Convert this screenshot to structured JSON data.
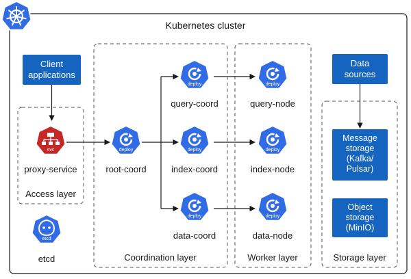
{
  "cluster": {
    "title": "Kubernetes cluster"
  },
  "colors": {
    "k8s_blue": "#326ce5",
    "box_blue": "#1565c0",
    "svc_red": "#c62828",
    "line": "#1a1a1a",
    "dash": "#555555"
  },
  "groups": {
    "access": "Access layer",
    "coordination": "Coordination layer",
    "worker": "Worker layer",
    "storage": "Storage layer"
  },
  "boxes": {
    "client": [
      "Client",
      "applications"
    ],
    "data_sources": [
      "Data",
      "sources"
    ],
    "message_storage": [
      "Message",
      "storage",
      "(Kafka/",
      "Pulsar)"
    ],
    "object_storage": [
      "Object",
      "storage",
      "(MinIO)"
    ]
  },
  "icon_texts": {
    "deploy": "deploy",
    "svc": "svc",
    "etcd": "etcd"
  },
  "nodes": {
    "proxy": "proxy-service",
    "root": "root-coord",
    "query_coord": "query-coord",
    "index_coord": "index-coord",
    "data_coord": "data-coord",
    "query_node": "query-node",
    "index_node": "index-node",
    "data_node": "data-node",
    "etcd": "etcd"
  }
}
